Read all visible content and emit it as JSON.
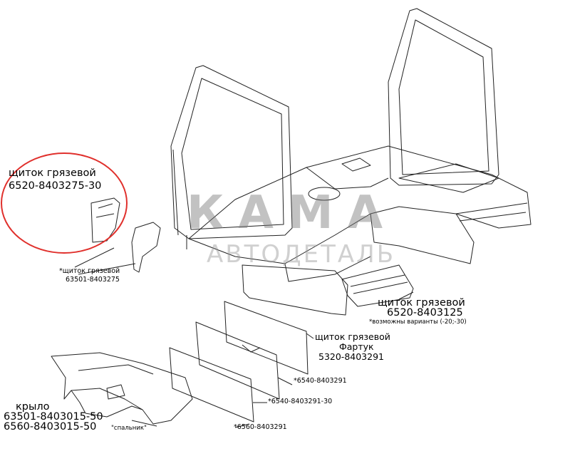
{
  "watermark": {
    "brand": "КАМА",
    "subtitle": "АВТОДЕТАЛЬ"
  },
  "labels": {
    "shield_main": {
      "name": "щиток грязевой",
      "code": "6520-8403275-30"
    },
    "shield_alt": {
      "name": "*щиток грязевой",
      "code": "63501-8403275"
    },
    "shield_rear": {
      "name": "щиток грязевой",
      "code": "6520-8403125",
      "note": "*возможны варианты (-20;-30)"
    },
    "apron": {
      "name": "щиток грязевой",
      "sub": "Фартук",
      "code": "5320-8403291"
    },
    "var1": "*6540-8403291",
    "var2": "*6540-8403291-30",
    "var3": "*6560-8403291",
    "wing": {
      "name": "крыло",
      "code1": "63501-8403015-50",
      "code2": "6560-8403015-50",
      "note": "\"спальник\""
    }
  },
  "colors": {
    "highlight": "#e0302c",
    "line": "#111111"
  }
}
